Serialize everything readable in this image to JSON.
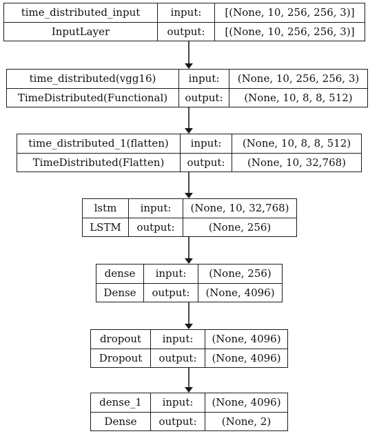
{
  "layers": [
    {
      "name": "time_distributed_input",
      "type": "InputLayer",
      "input_label": "input:",
      "output_label": "output:",
      "input_shape": "[(None, 10, 256, 256, 3)]",
      "output_shape": "[(None, 10, 256, 256, 3)]"
    },
    {
      "name": "time_distributed(vgg16)",
      "type": "TimeDistributed(Functional)",
      "input_label": "input:",
      "output_label": "output:",
      "input_shape": "(None, 10, 256, 256, 3)",
      "output_shape": "(None, 10, 8, 8, 512)"
    },
    {
      "name": "time_distributed_1(flatten)",
      "type": "TimeDistributed(Flatten)",
      "input_label": "input:",
      "output_label": "output:",
      "input_shape": "(None, 10, 8, 8, 512)",
      "output_shape": "(None, 10, 32,768)"
    },
    {
      "name": "lstm",
      "type": "LSTM",
      "input_label": "input:",
      "output_label": "output:",
      "input_shape": "(None, 10, 32,768)",
      "output_shape": "(None, 256)"
    },
    {
      "name": "dense",
      "type": "Dense",
      "input_label": "input:",
      "output_label": "output:",
      "input_shape": "(None, 256)",
      "output_shape": "(None, 4096)"
    },
    {
      "name": "dropout",
      "type": "Dropout",
      "input_label": "input:",
      "output_label": "output:",
      "input_shape": "(None, 4096)",
      "output_shape": "(None, 4096)"
    },
    {
      "name": "dense_1",
      "type": "Dense",
      "input_label": "input:",
      "output_label": "output:",
      "input_shape": "(None, 4096)",
      "output_shape": "(None, 2)"
    }
  ]
}
